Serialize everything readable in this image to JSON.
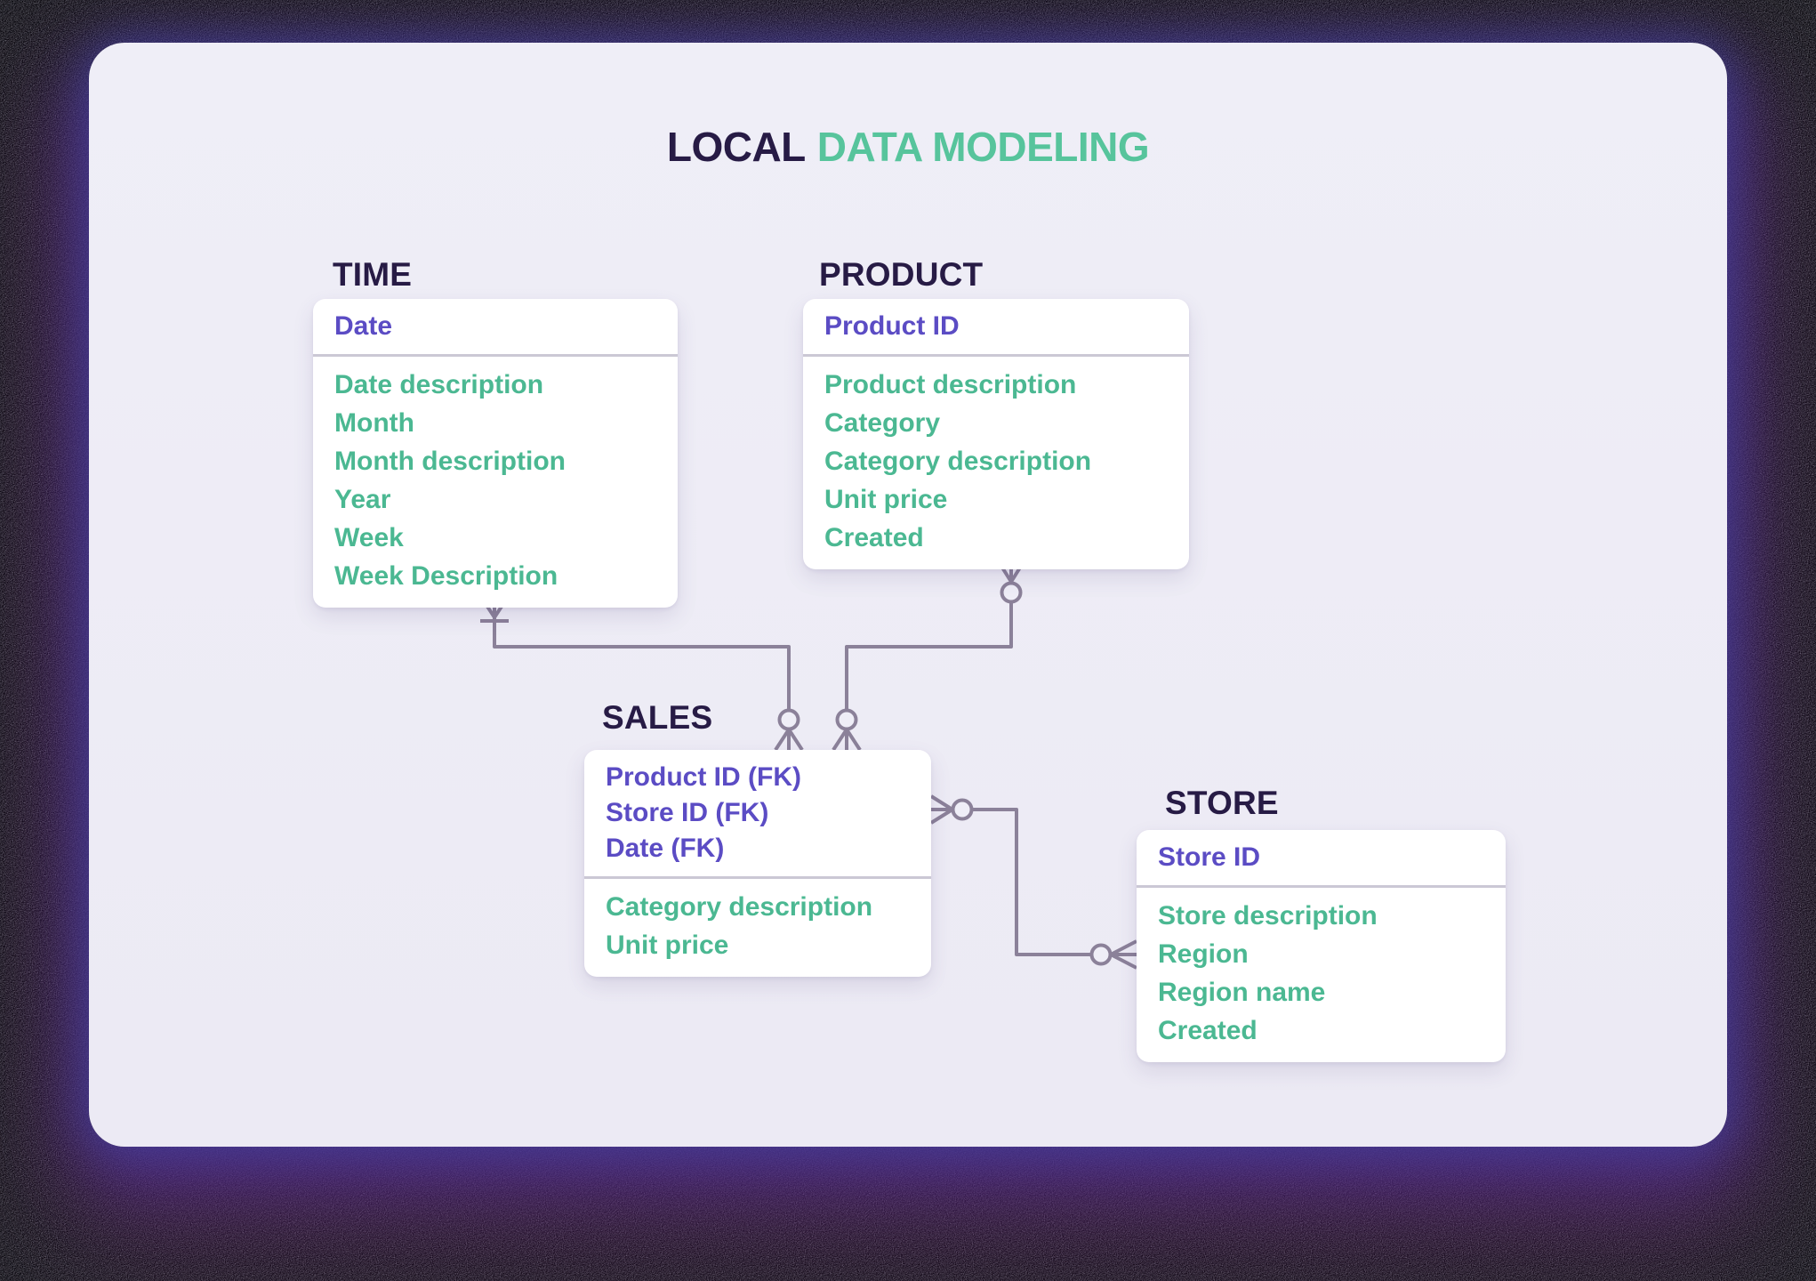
{
  "header": {
    "title_prefix": "LOCAL",
    "title_highlight": "DATA MODELING"
  },
  "colors": {
    "background_outer": "#030207",
    "panel": "#EFEEF7",
    "card": "#FFFFFF",
    "heading": "#271B45",
    "title_highlight": "#57C49C",
    "key_text": "#5B4CC4",
    "field_text": "#4BB892",
    "divider": "#CBC8D5",
    "connector": "#8B8199"
  },
  "tables": {
    "time": {
      "title": "TIME",
      "keys": [
        "Date"
      ],
      "fields": [
        "Date description",
        "Month",
        "Month description",
        "Year",
        "Week",
        "Week Description"
      ]
    },
    "product": {
      "title": "PRODUCT",
      "keys": [
        "Product ID"
      ],
      "fields": [
        "Product description",
        "Category",
        "Category description",
        "Unit price",
        "Created"
      ]
    },
    "sales": {
      "title": "SALES",
      "keys": [
        "Product ID (FK)",
        "Store ID (FK)",
        "Date (FK)"
      ],
      "fields": [
        "Category description",
        "Unit price"
      ]
    },
    "store": {
      "title": "STORE",
      "keys": [
        "Store ID"
      ],
      "fields": [
        "Store description",
        "Region",
        "Region name",
        "Created"
      ]
    }
  },
  "relationships": [
    {
      "from": "TIME",
      "to": "SALES",
      "from_end": "one-or-many (crow's foot with bar)",
      "to_end": "zero-or-many (circle + crow's foot)"
    },
    {
      "from": "PRODUCT",
      "to": "SALES",
      "from_end": "zero-or-many (circle + crow's foot)",
      "to_end": "zero-or-many (circle + crow's foot)"
    },
    {
      "from": "SALES",
      "to": "STORE",
      "from_end": "zero-or-many (circle + crow's foot)",
      "to_end": "zero-or-many (circle + crow's foot)"
    }
  ]
}
